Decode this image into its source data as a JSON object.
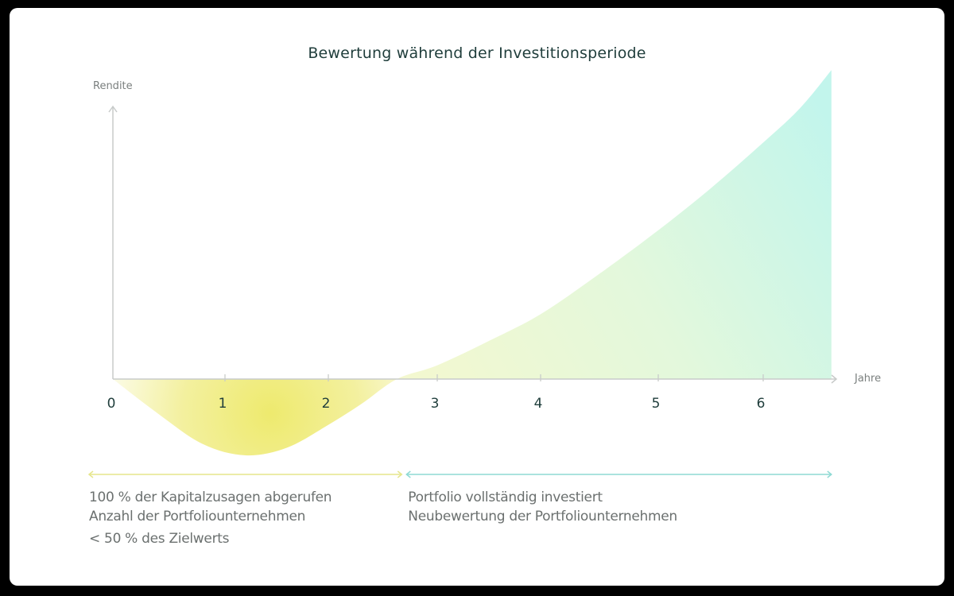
{
  "chart_data": {
    "type": "area",
    "title": "Bewertung während der Investitionsperiode",
    "ylabel": "Rendite",
    "xlabel": "Jahre",
    "x_ticks": [
      "0",
      "1",
      "2",
      "3",
      "4",
      "5",
      "6"
    ],
    "xlim": [
      0,
      6.65
    ],
    "grid": false,
    "legend": "none",
    "curve": {
      "x": [
        0,
        0.4,
        0.8,
        1.2,
        1.6,
        2.0,
        2.3,
        2.63,
        3.0,
        3.5,
        4.0,
        4.5,
        5.0,
        5.5,
        6.0,
        6.35,
        6.65
      ],
      "y": [
        0,
        -0.45,
        -0.85,
        -1.0,
        -0.9,
        -0.6,
        -0.33,
        0,
        0.18,
        0.5,
        0.85,
        1.38,
        1.95,
        2.5,
        3.1,
        3.55,
        4.05
      ]
    },
    "colors": {
      "negative": "#eeea6e",
      "positive_start": "#eef8d2",
      "positive_end": "#c2f5ec",
      "axis": "#c8cbca"
    },
    "phases": [
      {
        "range": [
          0,
          2.63
        ],
        "color": "#e6e68c",
        "lines": [
          "100 % der Kapitalzusagen abgerufen",
          "Anzahl der Portfoliounternehmen",
          "< 50 % des Zielwerts"
        ]
      },
      {
        "range": [
          2.63,
          6.65
        ],
        "color": "#8fdad4",
        "lines": [
          "Portfolio vollständig investiert",
          "Neubewertung der Portfoliounternehmen"
        ]
      }
    ]
  }
}
